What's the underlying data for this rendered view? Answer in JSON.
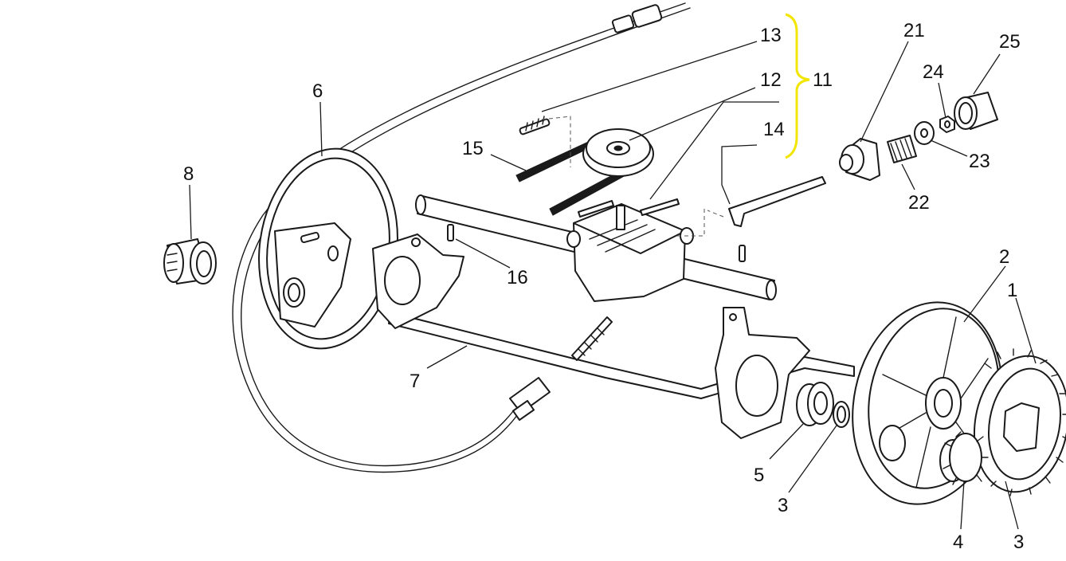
{
  "labels": {
    "p1": "1",
    "p2": "2",
    "p3a": "3",
    "p3b": "3",
    "p4": "4",
    "p5": "5",
    "p6": "6",
    "p7": "7",
    "p8": "8",
    "p11": "11",
    "p12": "12",
    "p13": "13",
    "p14": "14",
    "p15": "15",
    "p16": "16",
    "p21": "21",
    "p22": "22",
    "p23": "23",
    "p24": "24",
    "p25": "25"
  },
  "colors": {
    "line": "#1a1a1a",
    "bracket": "#f2e600",
    "background": "#ffffff"
  }
}
